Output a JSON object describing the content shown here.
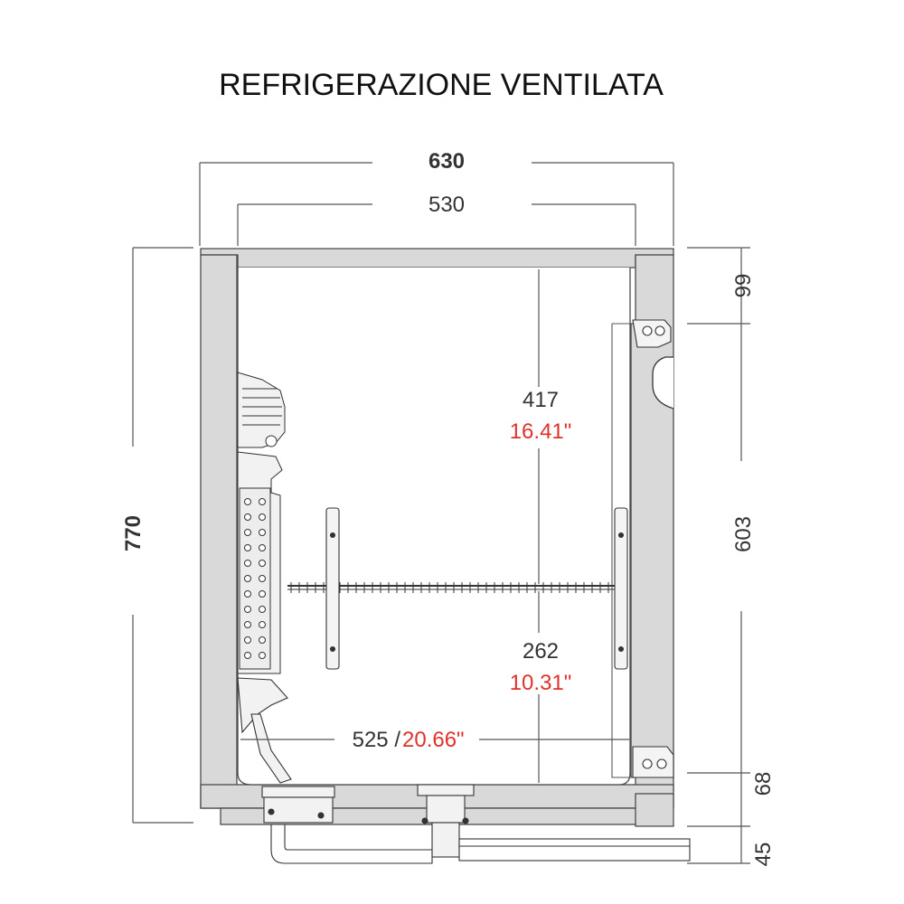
{
  "title": "REFRIGERAZIONE VENTILATA",
  "dimensions": {
    "outer_width": "630",
    "inner_width": "530",
    "total_height": "770",
    "top_offset": "99",
    "door_height": "603",
    "base_height": "68",
    "foot_height": "45",
    "upper_cavity_mm": "417",
    "upper_cavity_in": "16.41\"",
    "lower_cavity_mm": "262",
    "lower_cavity_in": "10.31\"",
    "inner_depth_mm": "525 /",
    "inner_depth_in": "20.66\""
  },
  "colors": {
    "line": "#4a4a4a",
    "cabinet_fill": "#d9d9d9",
    "metric_text": "#333333",
    "imperial_text": "#e0312b"
  }
}
